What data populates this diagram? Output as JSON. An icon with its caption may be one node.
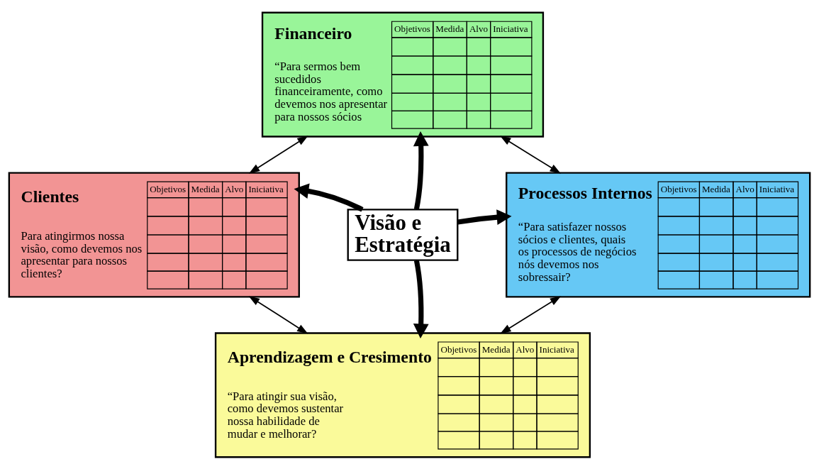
{
  "diagram": {
    "nodes": [
      {
        "text": [
          "Financeiro",
          "“Para sermos bem sucedidos financeiramente, como devemos nos apresentar para nossos sócios",
          "Objetivos",
          "Medida",
          "Alvo",
          "Iniciativa"
        ]
      },
      {
        "text": [
          "Clientes",
          "Para atingirmos nossa visão, como devemos nos apresentar para nossos clientes?",
          "Objetivos",
          "Medida",
          "Alvo",
          "Iniciativa"
        ]
      },
      {
        "text": [
          "Visão e Estratégia"
        ]
      },
      {
        "text": [
          "Processos Internos",
          "“Para satisfazer nossos sócios e clientes, quais os processos de negócios nós devemos nos sobressair?",
          "Objetivos",
          "Medida",
          "Alvo",
          "Iniciativa"
        ]
      },
      {
        "text": [
          "Aprendizagem e Cresimento",
          "“Para atingir sua visão, como devemos sustentar nossa habilidade de mudar e melhorar?",
          "Objetivos",
          "Medida",
          "Alvo",
          "Iniciativa"
        ]
      }
    ],
    "edges": [
      {
        "from": 2,
        "to": 0,
        "arrow": "to",
        "style": "thick"
      },
      {
        "from": 2,
        "to": 1,
        "arrow": "to",
        "style": "thick"
      },
      {
        "from": 2,
        "to": 3,
        "arrow": "to",
        "style": "thick"
      },
      {
        "from": 2,
        "to": 4,
        "arrow": "to",
        "style": "thick"
      },
      {
        "from": 1,
        "to": 0,
        "arrow": "both"
      },
      {
        "from": 0,
        "to": 3,
        "arrow": "both"
      },
      {
        "from": 3,
        "to": 4,
        "arrow": "both"
      },
      {
        "from": 4,
        "to": 1,
        "arrow": "both"
      }
    ]
  }
}
